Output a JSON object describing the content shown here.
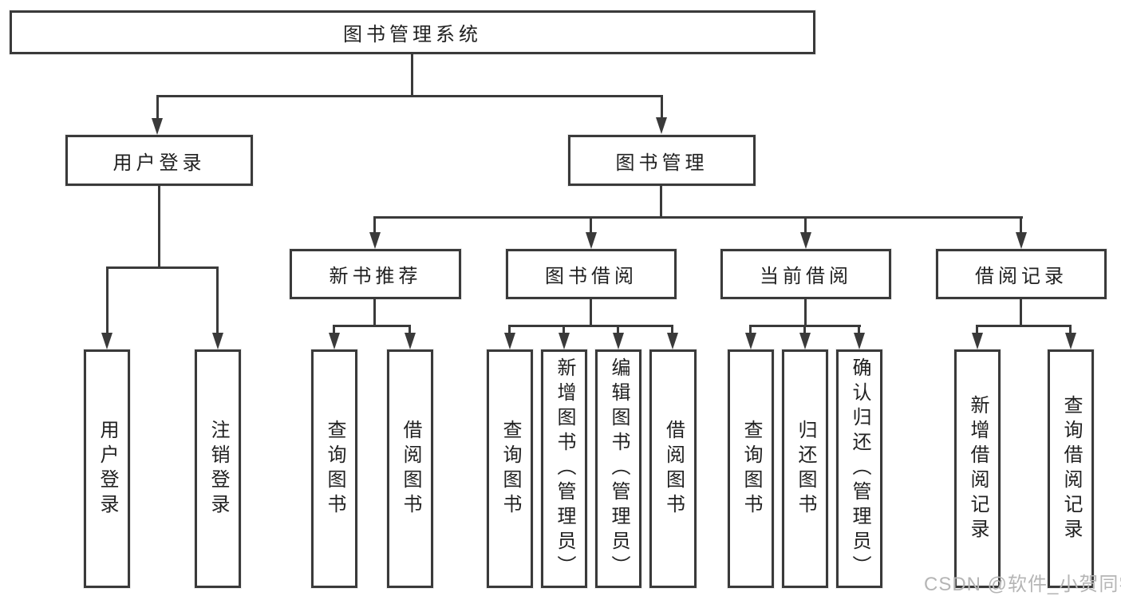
{
  "tree": {
    "label": "图书管理系统",
    "children": [
      {
        "label": "用户登录",
        "children": [
          {
            "label": "用户登录"
          },
          {
            "label": "注销登录"
          }
        ]
      },
      {
        "label": "图书管理",
        "children": [
          {
            "label": "新书推荐",
            "children": [
              {
                "label": "查询图书"
              },
              {
                "label": "借阅图书"
              }
            ]
          },
          {
            "label": "图书借阅",
            "children": [
              {
                "label": "查询图书"
              },
              {
                "label": "新增图书（管理员）"
              },
              {
                "label": "编辑图书（管理员）"
              },
              {
                "label": "借阅图书"
              }
            ]
          },
          {
            "label": "当前借阅",
            "children": [
              {
                "label": "查询图书"
              },
              {
                "label": "归还图书"
              },
              {
                "label": "确认归还（管理员）"
              }
            ]
          },
          {
            "label": "借阅记录",
            "children": [
              {
                "label": "新增借阅记录"
              },
              {
                "label": "查询借阅记录"
              }
            ]
          }
        ]
      }
    ]
  },
  "watermark": {
    "text": "CSDN @软件_小贺同学"
  },
  "colors": {
    "line": "#3a3a3a",
    "text": "#212121",
    "watermark": "#b5b5b5",
    "background": "#ffffff"
  }
}
